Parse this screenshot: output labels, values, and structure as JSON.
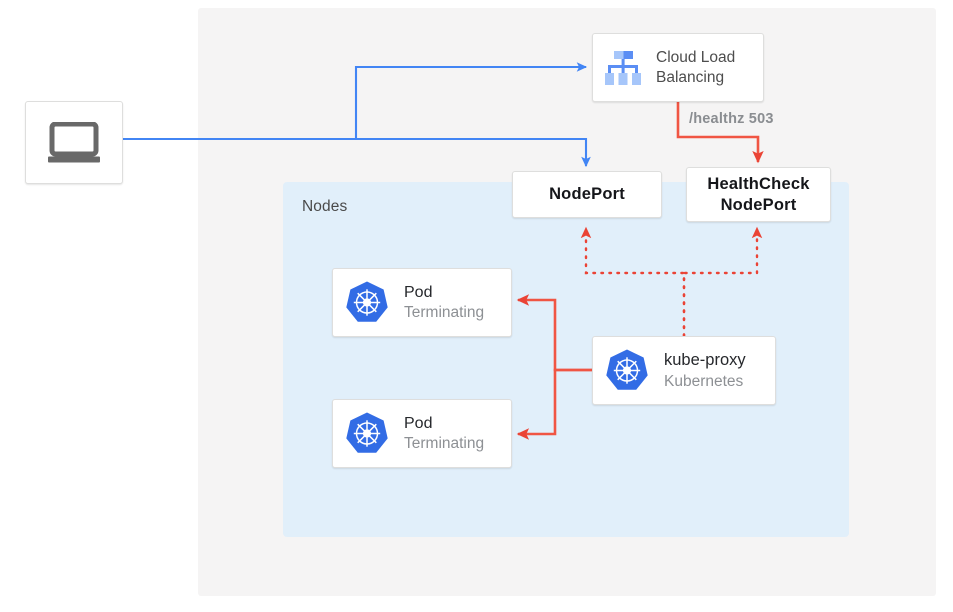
{
  "diagram": {
    "title": "Kubernetes external traffic policy health check diagram",
    "colors": {
      "blue_wire": "#4285f4",
      "red_wire": "#ea4335",
      "red_wire_light": "#f05543",
      "panel_gray": "#f5f4f4",
      "nodes_blue": "#e1effa",
      "k8s_blue": "#326ce5",
      "text_dark": "#26282c",
      "text_muted": "#8d9094"
    }
  },
  "panel": {
    "nodes_label": "Nodes"
  },
  "client": {
    "icon": "laptop-icon"
  },
  "load_balancer": {
    "icon": "cloud-load-balancing-icon",
    "line1": "Cloud Load",
    "line2": "Balancing"
  },
  "healthz": {
    "label": "/healthz 503"
  },
  "nodeport": {
    "label": "NodePort"
  },
  "healthcheck_nodeport": {
    "line1": "HealthCheck",
    "line2": "NodePort"
  },
  "pods": [
    {
      "icon": "kubernetes-icon",
      "title": "Pod",
      "status": "Terminating"
    },
    {
      "icon": "kubernetes-icon",
      "title": "Pod",
      "status": "Terminating"
    }
  ],
  "kube_proxy": {
    "icon": "kubernetes-icon",
    "title": "kube-proxy",
    "subtitle": "Kubernetes"
  }
}
